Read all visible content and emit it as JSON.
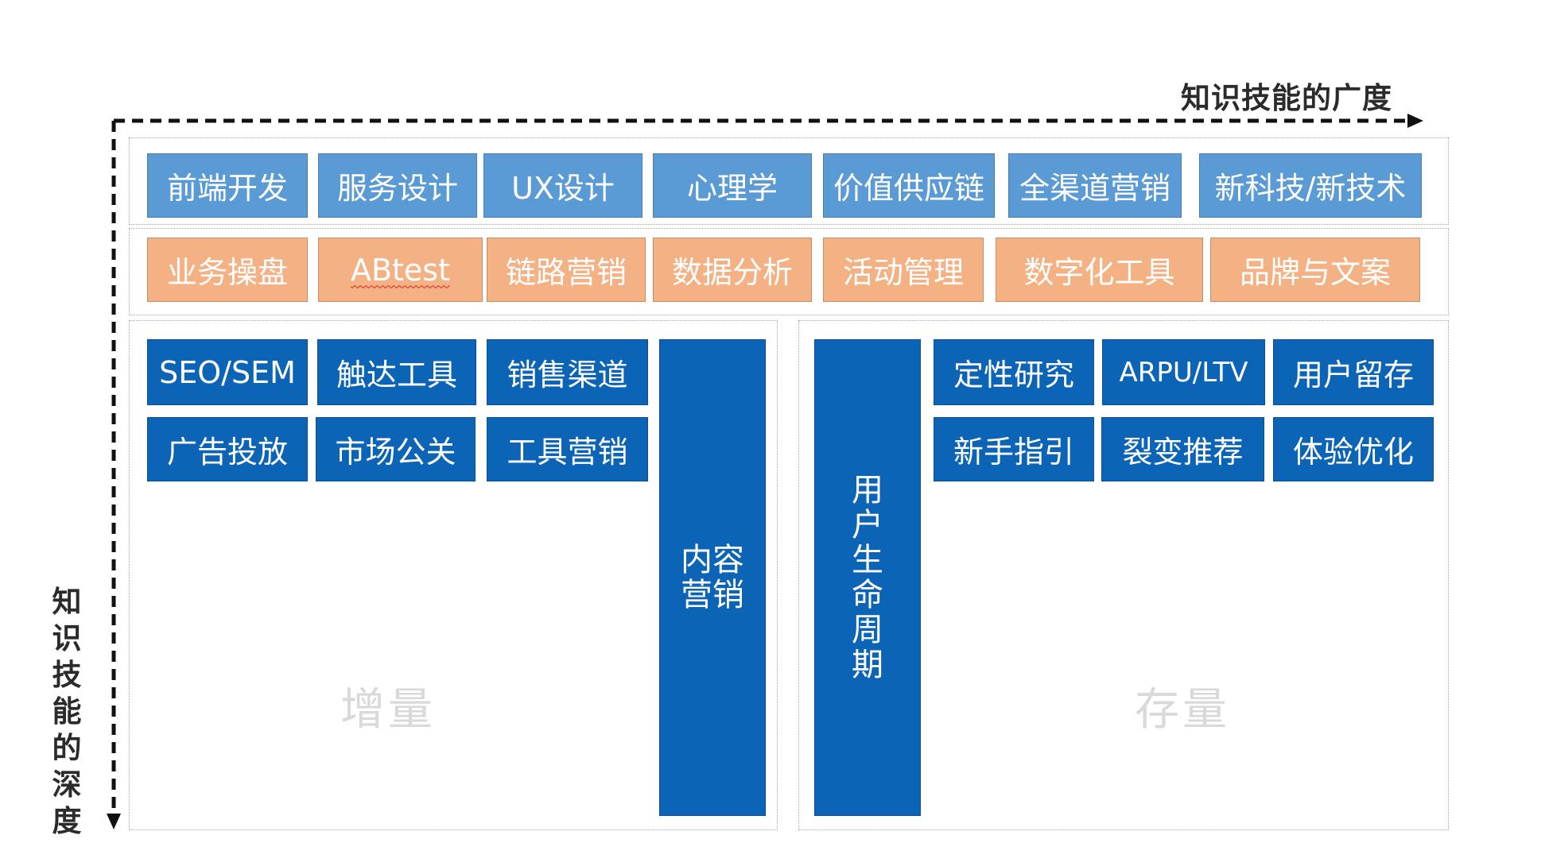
{
  "axes": {
    "breadth": "知识技能的广度",
    "depth": "知识技能的深度"
  },
  "row1": [
    "前端开发",
    "服务设计",
    "UX设计",
    "心理学",
    "价值供应链",
    "全渠道营销",
    "新科技/新技术"
  ],
  "row2": [
    "业务操盘",
    "ABtest",
    "链路营销",
    "数据分析",
    "活动管理",
    "数字化工具",
    "品牌与文案"
  ],
  "growth": {
    "watermark": "增量",
    "items": [
      "SEO/SEM",
      "触达工具",
      "销售渠道",
      "广告投放",
      "市场公关",
      "工具营销"
    ],
    "vertical": "内容营销"
  },
  "stock": {
    "watermark": "存量",
    "vertical": "用户生命周期",
    "items": [
      "定性研究",
      "ARPU/LTV",
      "用户留存",
      "新手指引",
      "裂变推荐",
      "体验优化"
    ]
  },
  "colors": {
    "row1": "#5b9bd5",
    "row2": "#f4b183",
    "core": "#0c64b7",
    "watermark": "#d9d9d9"
  }
}
